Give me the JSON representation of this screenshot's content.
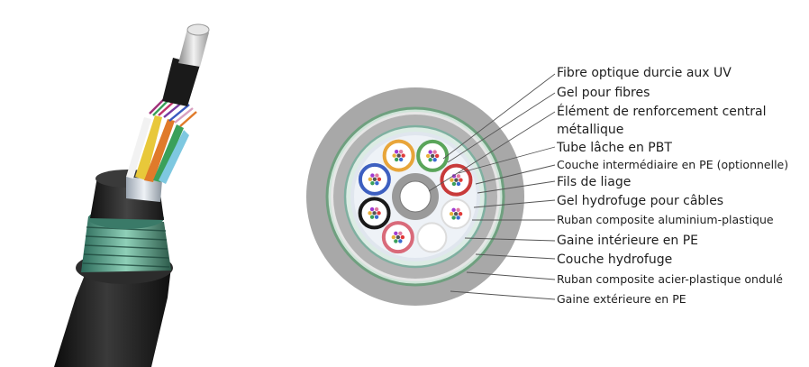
{
  "labels": [
    "Fibre optique durcie aux UV",
    "Gel pour fibres",
    "Élément de renforcement central",
    "métallique",
    "Tube lâche en PBT",
    "Couche intermédiaire en PE (optionnelle)",
    "Fils de liage",
    "Gel hydrofuge pour câbles",
    "Ruban composite aluminium-plastique",
    "Gaine intérieure en PE",
    "Couche hydrofuge",
    "Ruban composite acier-plastique ondulé",
    "Gaine extérieure en PE"
  ],
  "colors": {
    "outer_sheath": "#a9a9a9",
    "inner_sheath": "#b5b5b5",
    "steel_tape": "#6fa07f",
    "aluminium_tape": "#7fb0a0",
    "tube_blue": "#3d5fc0",
    "tube_orange": "#e8a53a",
    "tube_green": "#5aa55a",
    "tube_red": "#c83a3a",
    "tube_black": "#1a1a1a",
    "tube_pink": "#d96a7a",
    "tube_white": "#dcdcdc",
    "leader_line": "#555555"
  }
}
